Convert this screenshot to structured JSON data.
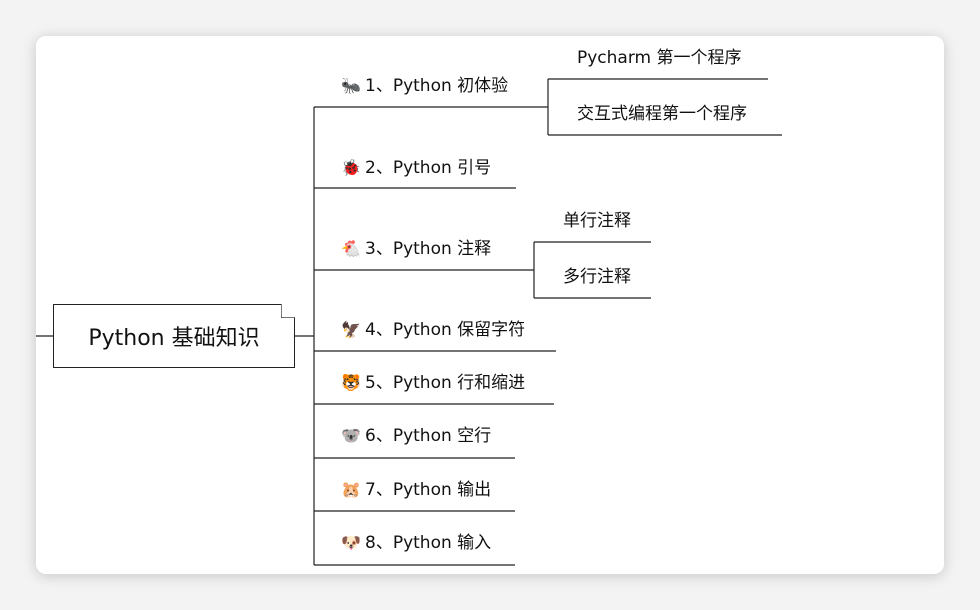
{
  "root": {
    "label": "Python 基础知识"
  },
  "branches": [
    {
      "icon": "ant-icon",
      "glyph": "🐜",
      "label": "1、Python 初体验",
      "children": [
        "Pycharm 第一个程序",
        "交互式编程第一个程序"
      ]
    },
    {
      "icon": "ladybug-icon",
      "glyph": "🐞",
      "label": "2、Python 引号",
      "children": []
    },
    {
      "icon": "chicken-icon",
      "glyph": "🐔",
      "label": "3、Python 注释",
      "children": [
        "单行注释",
        "多行注释"
      ]
    },
    {
      "icon": "eagle-icon",
      "glyph": "🦅",
      "label": "4、Python 保留字符",
      "children": []
    },
    {
      "icon": "tiger-icon",
      "glyph": "🐯",
      "label": "5、Python 行和缩进",
      "children": []
    },
    {
      "icon": "koala-icon",
      "glyph": "🐨",
      "label": "6、Python 空行",
      "children": []
    },
    {
      "icon": "hamster-icon",
      "glyph": "🐹",
      "label": "7、Python 输出",
      "children": []
    },
    {
      "icon": "dog-icon",
      "glyph": "🐶",
      "label": "8、Python 输入",
      "children": []
    }
  ]
}
